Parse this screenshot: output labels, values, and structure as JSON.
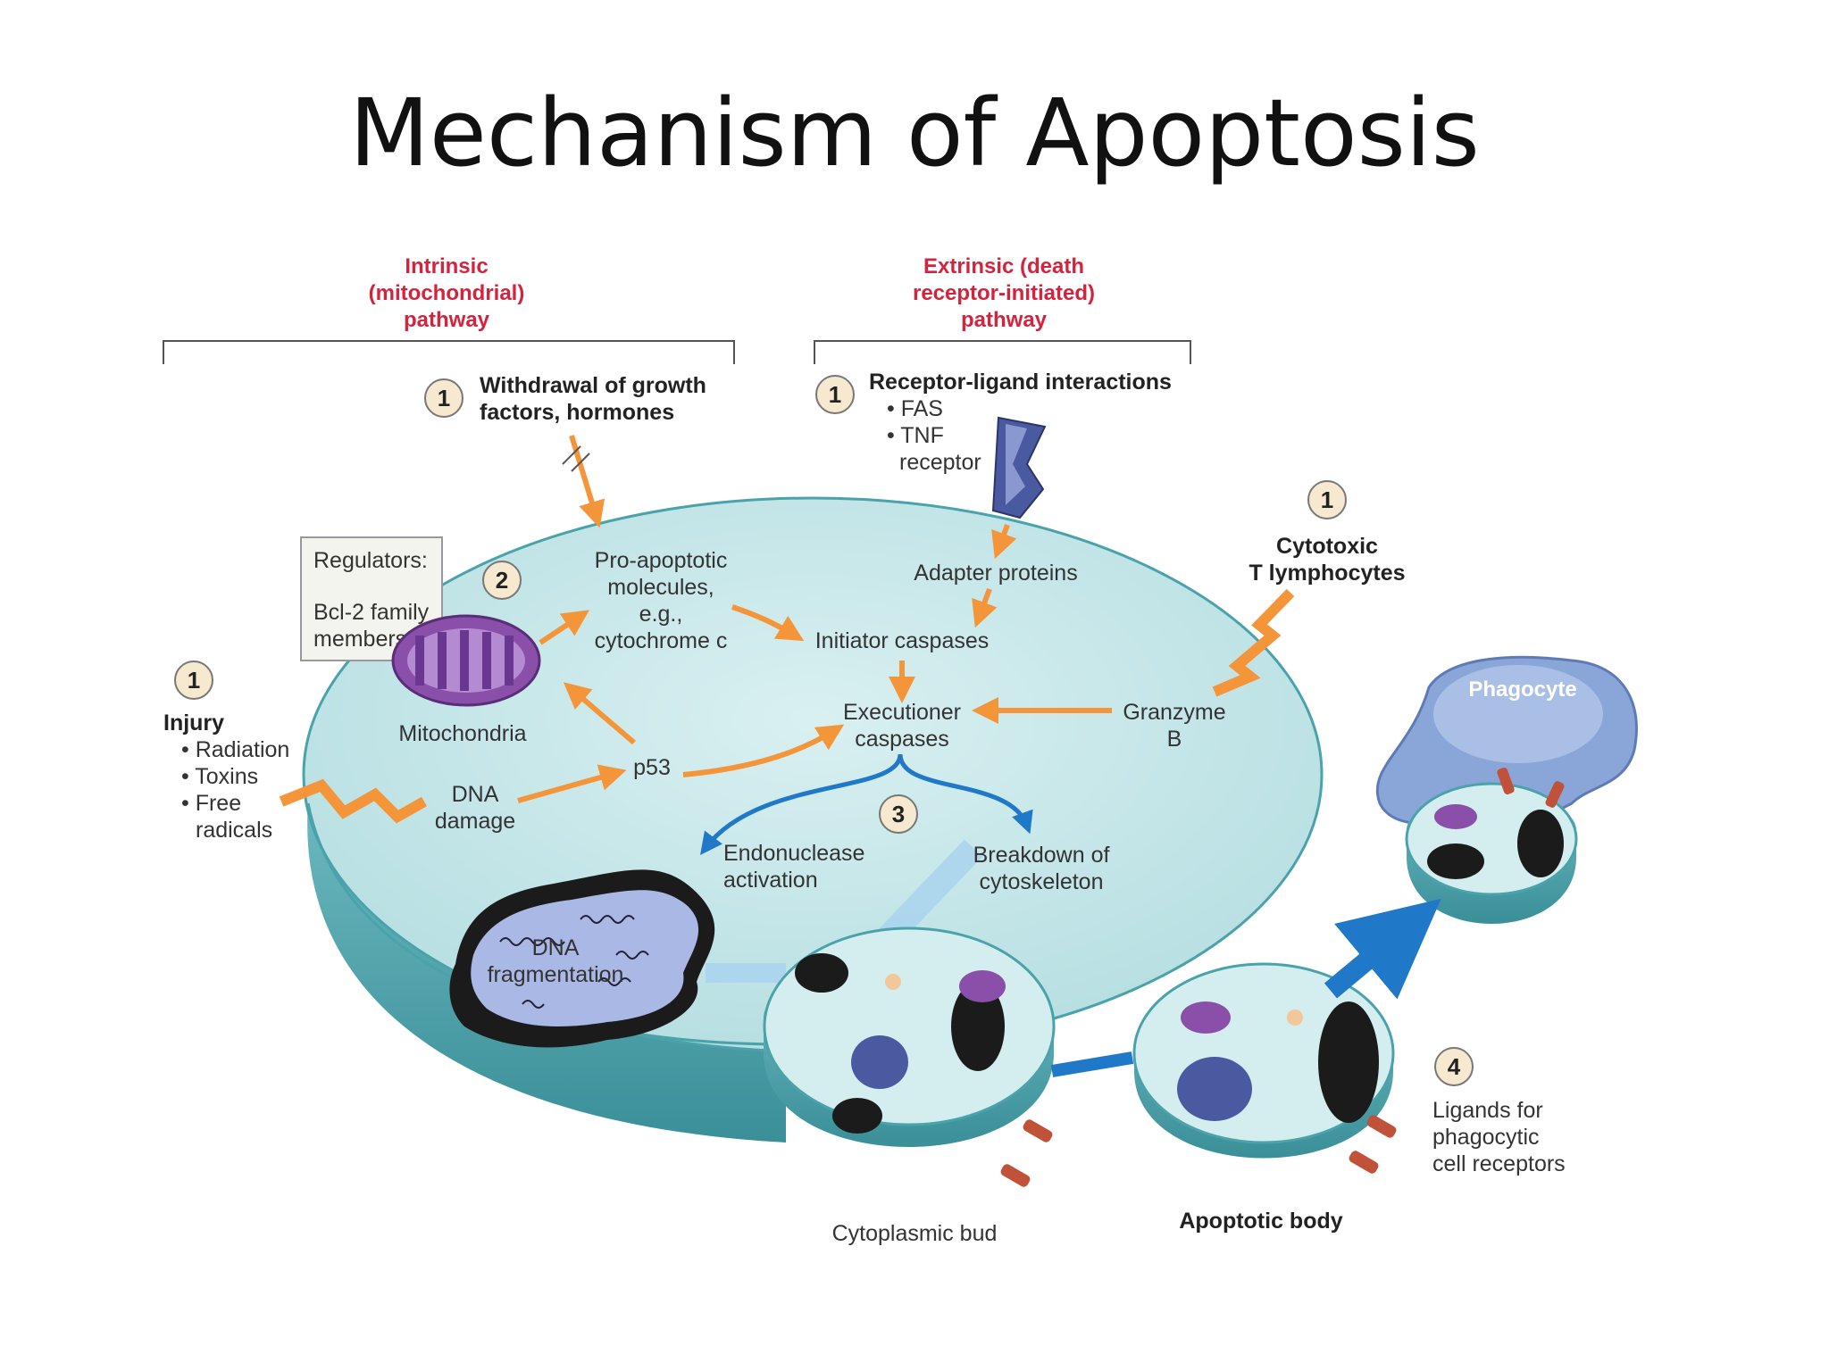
{
  "title": "Mechanism of Apoptosis",
  "pathways": {
    "intrinsic": [
      "Intrinsic",
      "(mitochondrial)",
      "pathway"
    ],
    "extrinsic": [
      "Extrinsic (death",
      "receptor-initiated)",
      "pathway"
    ]
  },
  "steps": {
    "one": "1",
    "two": "2",
    "three": "3",
    "four": "4"
  },
  "labels": {
    "withdrawal": [
      "Withdrawal of growth",
      "factors, hormones"
    ],
    "receptor_ligand": "Receptor-ligand interactions",
    "receptor_items": [
      "• FAS",
      "• TNF",
      "receptor"
    ],
    "cytotoxic": [
      "Cytotoxic",
      "T lymphocytes"
    ],
    "regulators": [
      "Regulators:",
      "Bcl-2 family",
      "members"
    ],
    "pro_apoptotic": [
      "Pro-apoptotic",
      "molecules,",
      "e.g.,",
      "cytochrome c"
    ],
    "adapter": "Adapter proteins",
    "initiator": "Initiator caspases",
    "executioner": [
      "Executioner",
      "caspases"
    ],
    "granzyme": [
      "Granzyme",
      "B"
    ],
    "mitochondria": "Mitochondria",
    "injury_title": "Injury",
    "injury_items": [
      "• Radiation",
      "• Toxins",
      "• Free",
      "radicals"
    ],
    "dna_damage": [
      "DNA",
      "damage"
    ],
    "p53": "p53",
    "endonuclease": [
      "Endonuclease",
      "activation"
    ],
    "cytoskeleton": [
      "Breakdown of",
      "cytoskeleton"
    ],
    "dna_frag": [
      "DNA",
      "fragmentation"
    ],
    "phagocyte": "Phagocyte",
    "ligands": [
      "Ligands for",
      "phagocytic",
      "cell receptors"
    ],
    "cytoplasmic_bud": "Cytoplasmic bud",
    "apoptotic_body": "Apoptotic body"
  },
  "colors": {
    "cell": "#c9e8ea",
    "cell_edge": "#4aa3ab",
    "arrow_orange": "#f5953a",
    "arrow_blue": "#1f78c8",
    "title_red": "#d4233c",
    "mito": "#8a4fa8",
    "phagocyte": "#8aa6d8"
  }
}
